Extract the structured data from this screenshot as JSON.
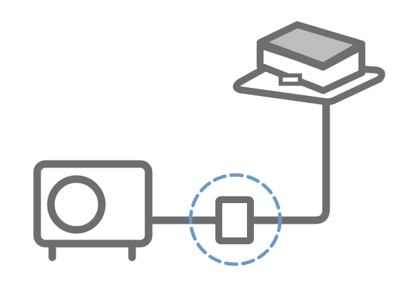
{
  "diagram": {
    "colors": {
      "background": "#ffffff",
      "stroke": "#6e6e6e",
      "unit_top_fill": "#bdbdbd",
      "highlight": "#6b9ac4"
    },
    "components": [
      {
        "id": "outdoor-unit",
        "icon": "outdoor-condenser-unit-icon"
      },
      {
        "id": "inline-device",
        "icon": "inline-module-icon"
      },
      {
        "id": "indoor-unit",
        "icon": "ceiling-cassette-unit-icon"
      }
    ],
    "connections": [
      {
        "from": "outdoor-unit",
        "to": "inline-device"
      },
      {
        "from": "inline-device",
        "to": "indoor-unit"
      }
    ],
    "highlighted_component": "inline-device",
    "highlight_style": "dashed-circle"
  }
}
